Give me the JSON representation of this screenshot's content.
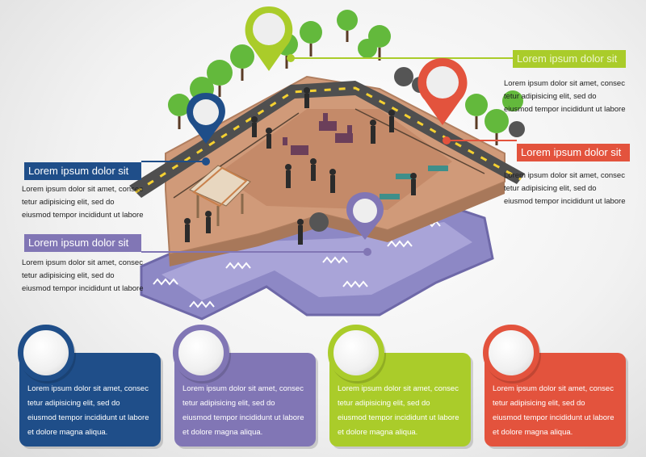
{
  "colors": {
    "blue": "#1f4e89",
    "purple": "#8176b5",
    "green": "#aacc2a",
    "red": "#e3533d",
    "ground": "#d09a79",
    "water": "#8d88c5",
    "road": "#4f4f4f",
    "tree": "#63b93c"
  },
  "callouts": [
    {
      "title": "Lorem ipsum dolor sit",
      "color": "green",
      "text": [
        "Lorem ipsum dolor sit amet, consec",
        "tetur adipisicing elit, sed do",
        "eiusmod tempor incididunt ut labore"
      ]
    },
    {
      "title": "Lorem ipsum dolor sit",
      "color": "red",
      "text": [
        "Lorem ipsum dolor sit amet, consec",
        "tetur adipisicing elit, sed do",
        "eiusmod tempor incididunt ut labore"
      ]
    },
    {
      "title": "Lorem ipsum dolor sit",
      "color": "blue",
      "text": [
        "Lorem ipsum dolor sit amet, consec",
        "tetur adipisicing elit, sed do",
        "eiusmod tempor incididunt ut labore"
      ]
    },
    {
      "title": "Lorem ipsum dolor sit",
      "color": "purple",
      "text": [
        "Lorem ipsum dolor sit amet, consec",
        "tetur adipisicing elit, sed do",
        "eiusmod tempor incididunt ut labore"
      ]
    }
  ],
  "cards": [
    {
      "color": "blue",
      "text": [
        "Lorem ipsum dolor sit amet, consec",
        "tetur adipisicing elit, sed do",
        "eiusmod tempor incididunt ut labore",
        "et dolore magna aliqua."
      ]
    },
    {
      "color": "purple",
      "text": [
        "Lorem ipsum dolor sit amet, consec",
        "tetur adipisicing elit, sed do",
        "eiusmod tempor incididunt ut labore",
        "et dolore magna aliqua."
      ]
    },
    {
      "color": "green",
      "text": [
        "Lorem ipsum dolor sit amet, consec",
        "tetur adipisicing elit, sed do",
        "eiusmod tempor incididunt ut labore",
        "et dolore magna aliqua."
      ]
    },
    {
      "color": "red",
      "text": [
        "Lorem ipsum dolor sit amet, consec",
        "tetur adipisicing elit, sed do",
        "eiusmod tempor incididunt ut labore",
        "et dolore magna aliqua."
      ]
    }
  ]
}
